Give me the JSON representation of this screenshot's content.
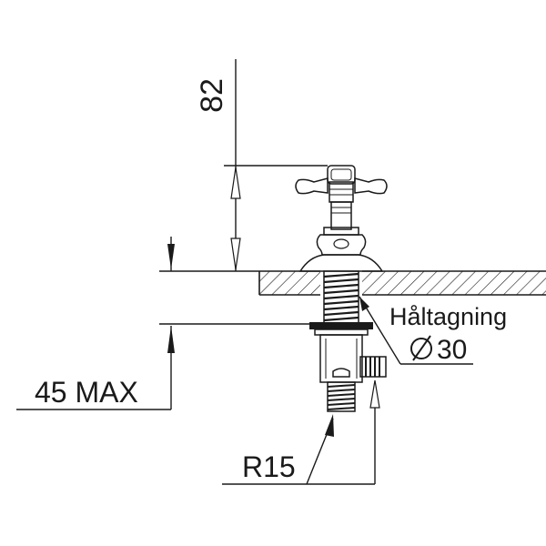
{
  "drawing": {
    "dimension_height": "82",
    "dimension_thickness": "45 MAX",
    "hole_label": "Håltagning",
    "hole_diameter": "30",
    "thread_label": "R15"
  }
}
